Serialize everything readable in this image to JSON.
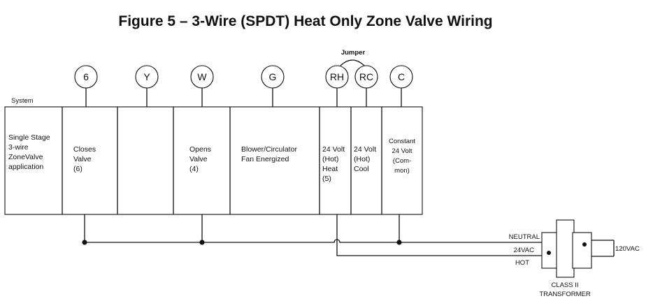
{
  "title": "Figure 5 – 3-Wire (SPDT) Heat Only Zone Valve Wiring",
  "jumper_label": "Jumper",
  "system_label": "System",
  "terminals": [
    "6",
    "Y",
    "W",
    "G",
    "RH",
    "RC",
    "C"
  ],
  "columns": [
    [
      "Single Stage",
      "3-wire",
      "ZoneValve",
      "application"
    ],
    [
      "Closes",
      "Valve",
      "(6)"
    ],
    [],
    [
      "Opens",
      "Valve",
      "(4)"
    ],
    [
      "Blower/Circulator",
      "Fan Energized"
    ],
    [
      "24 Volt",
      "(Hot)",
      "Heat",
      "(5)"
    ],
    [
      "24 Volt",
      "(Hot)",
      "Cool"
    ],
    [
      "Constant",
      "24 Volt",
      "(Com-",
      "mon)"
    ]
  ],
  "transformer": {
    "neutral_label": "NEUTRAL",
    "vac24_label": "24VAC",
    "hot_label": "HOT",
    "vac120_label": "120VAC",
    "class_label": "CLASS II",
    "type_label": "TRANSFORMER"
  }
}
